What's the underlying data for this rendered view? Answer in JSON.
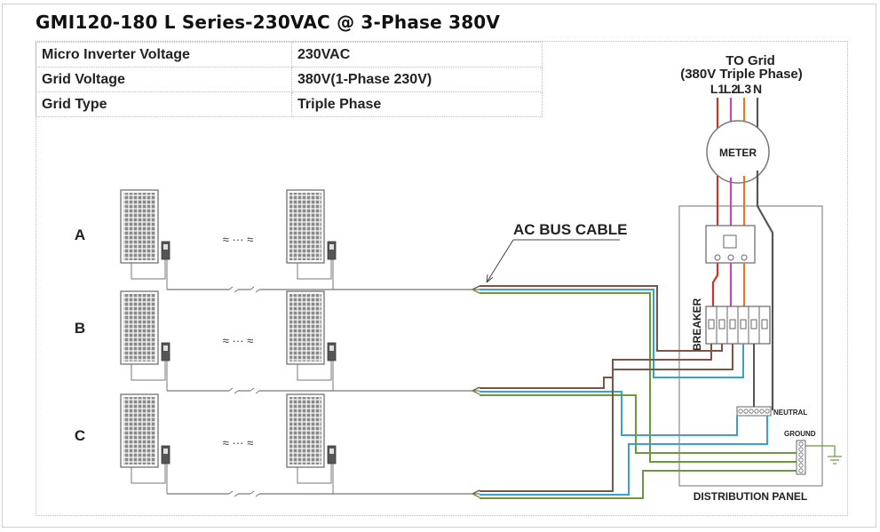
{
  "title": "GMI120-180 L Series-230VAC @ 3-Phase 380V",
  "specs": [
    {
      "label": "Micro Inverter Voltage",
      "value": "230VAC"
    },
    {
      "label": "Grid  Voltage",
      "value": "380V(1-Phase 230V)"
    },
    {
      "label": "Grid Type",
      "value": "Triple Phase"
    }
  ],
  "grid": {
    "title": "TO Grid",
    "subtitle": "(380V Triple Phase)",
    "phases": [
      "L1",
      "L2",
      "L3",
      "N"
    ]
  },
  "labels": {
    "meter": "METER",
    "breaker": "BREAKER",
    "neutral": "NEUTRAL",
    "ground": "GROUND",
    "panel": "DISTRIBUTION PANEL",
    "bus_cable": "AC BUS CABLE",
    "ellipsis": "≈ ··· ≈"
  },
  "rows": [
    "A",
    "B",
    "C"
  ],
  "colors": {
    "L1": "#c0392b",
    "L2": "#c04ab8",
    "L3": "#e07b25",
    "N": "#555555",
    "brown": "#7a5444",
    "blue": "#3aa0cf",
    "green": "#6a9a3a"
  }
}
